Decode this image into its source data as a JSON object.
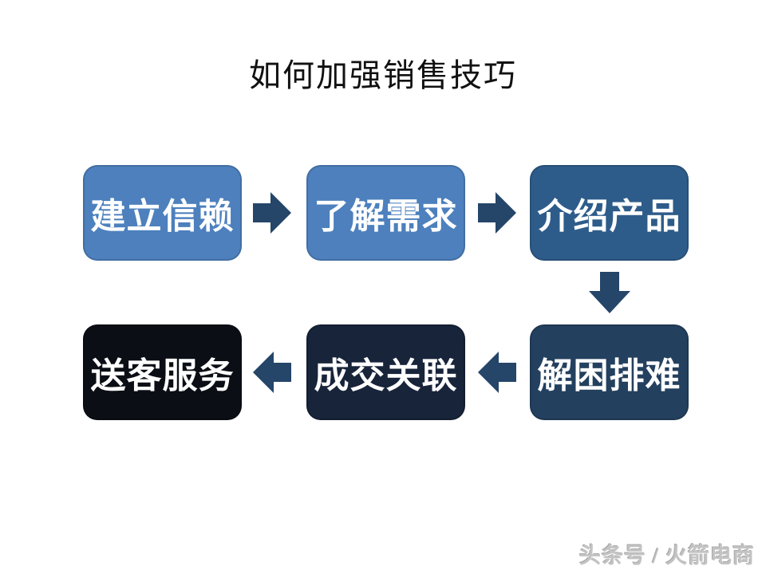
{
  "slide": {
    "title": "如何加强销售技巧",
    "watermark": "头条号 / 火箭电商",
    "background_color": "#ffffff",
    "title_color": "#111111"
  },
  "flow": {
    "arrow_color": "#254569",
    "box_text_color": "#ffffff",
    "row1": [
      {
        "label": "建立信赖",
        "color": "#4d80bd"
      },
      {
        "label": "了解需求",
        "color": "#4d80bd"
      },
      {
        "label": "介绍产品",
        "color": "#2e5c8a"
      }
    ],
    "row2": [
      {
        "label": "送客服务",
        "color": "#0b0f15"
      },
      {
        "label": "成交关联",
        "color": "#17243a"
      },
      {
        "label": "解困排难",
        "color": "#24405f"
      }
    ],
    "sequence_note": "建立信赖 → 了解需求 → 介绍产品 ↓ 解困排难 → 成交关联 → 送客服务"
  }
}
